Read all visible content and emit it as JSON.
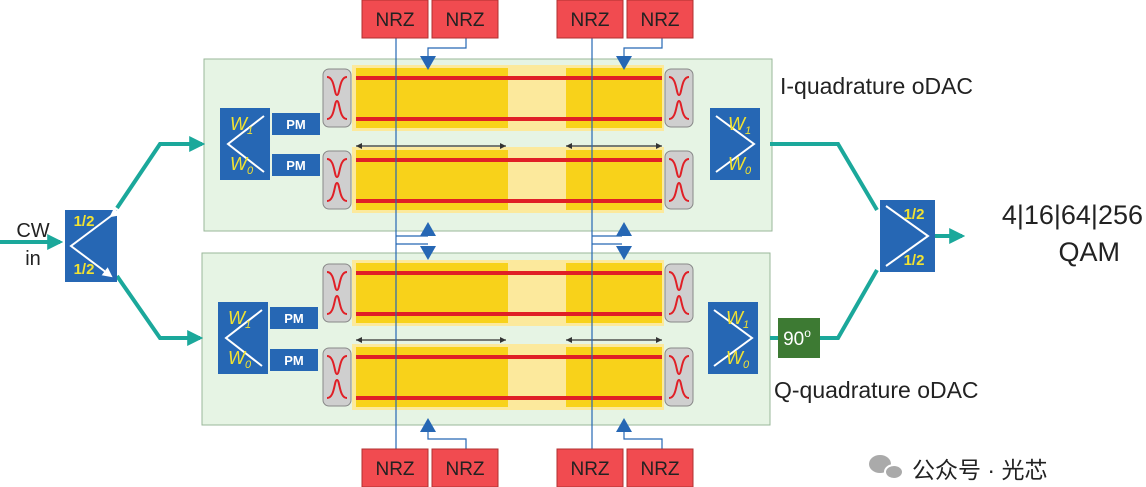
{
  "input": {
    "line1": "CW",
    "line2": "in"
  },
  "splitter": {
    "top": "1/2",
    "bottom": "1/2"
  },
  "combiner": {
    "top": "1/2",
    "bottom": "1/2"
  },
  "output": {
    "line1": "4|16|64|256",
    "line2": "QAM"
  },
  "weights": {
    "w1_base": "W",
    "w1_sub": "1",
    "w0_base": "W",
    "w0_sub": "0"
  },
  "pm_label": "PM",
  "nrz_label": "NRZ",
  "phase_shift": {
    "value": "90",
    "unit": "o"
  },
  "i_label": "I-quadrature oDAC",
  "q_label": "Q-quadrature oDAC",
  "watermark": {
    "separator": "·",
    "text": "公众号 · 光芯"
  },
  "colors": {
    "panel_bg": "#e6f4e4",
    "waveguide": "#1ba89b",
    "block_blue": "#2667b4",
    "weight_yellow": "#f2e231",
    "electrode_yellow": "#f8d21a",
    "electrode_glow": "#fce99c",
    "rf_red": "#e01f26",
    "nrz_bg": "#f14b50",
    "phase_green": "#3d7a33"
  }
}
